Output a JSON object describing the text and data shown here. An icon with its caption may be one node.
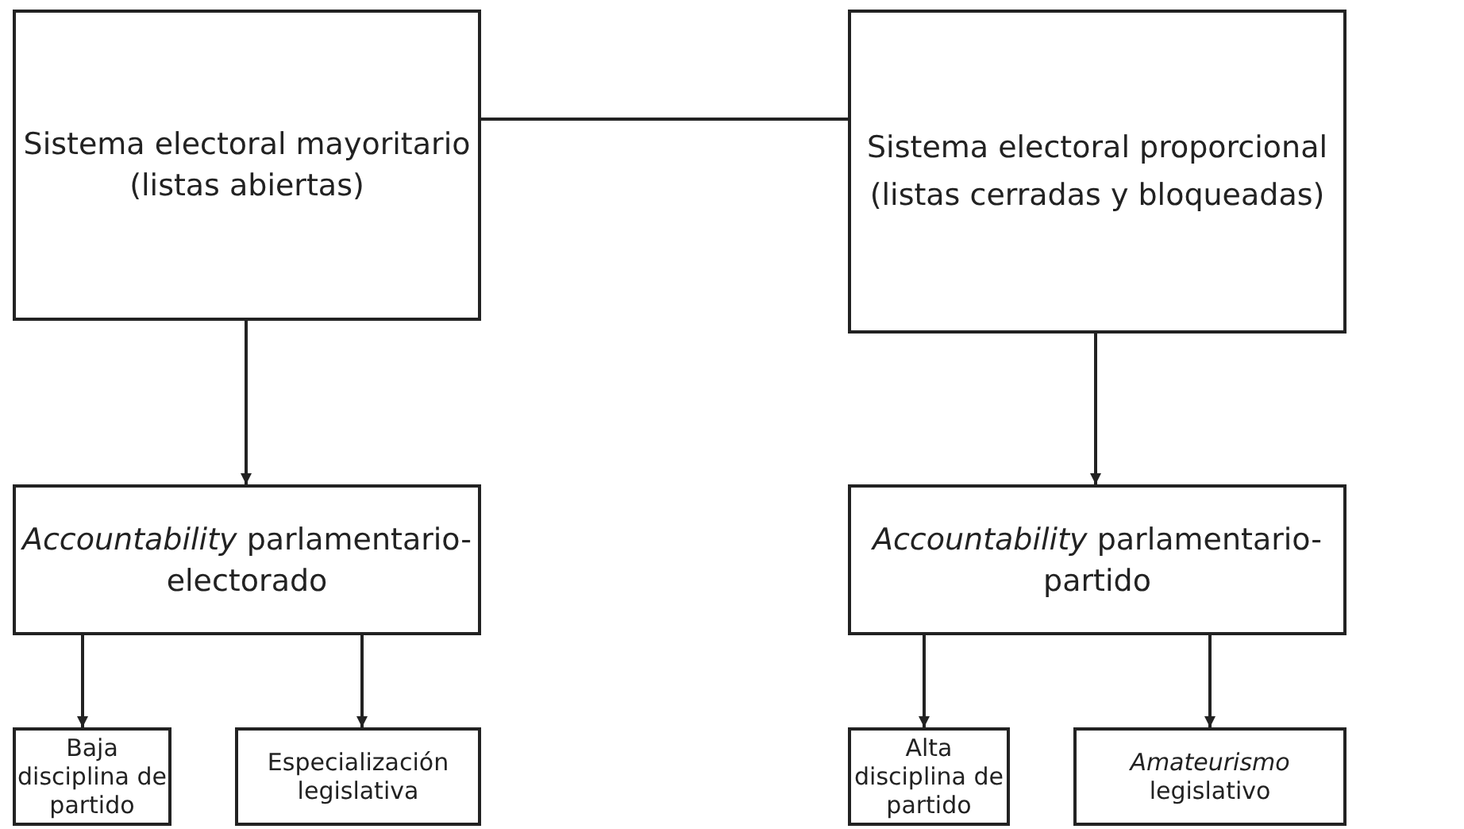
{
  "diagram": {
    "nodes": [
      {
        "text": [
          "Sistema electoral mayoritario (listas abiertas)"
        ]
      },
      {
        "text": [
          "Sistema electoral proporcional (listas cerradas y bloqueadas)"
        ]
      },
      {
        "text": [
          "*Accountability* parlamentario-electorado"
        ]
      },
      {
        "text": [
          "*Accountability* parlamentario-partido"
        ]
      },
      {
        "text": [
          "Baja disciplina de partido"
        ]
      },
      {
        "text": [
          "Especialización legislativa"
        ]
      },
      {
        "text": [
          "Alta disciplina de partido"
        ]
      },
      {
        "text": [
          "*Amateurismo* legislativo"
        ]
      }
    ],
    "edges": [
      {
        "from": 0,
        "to": 1,
        "arrow": "none"
      },
      {
        "from": 0,
        "to": 2,
        "arrow": "to"
      },
      {
        "from": 1,
        "to": 3,
        "arrow": "to"
      },
      {
        "from": 2,
        "to": 4,
        "arrow": "to"
      },
      {
        "from": 2,
        "to": 5,
        "arrow": "to"
      },
      {
        "from": 3,
        "to": 6,
        "arrow": "to"
      },
      {
        "from": 3,
        "to": 7,
        "arrow": "to"
      }
    ]
  }
}
